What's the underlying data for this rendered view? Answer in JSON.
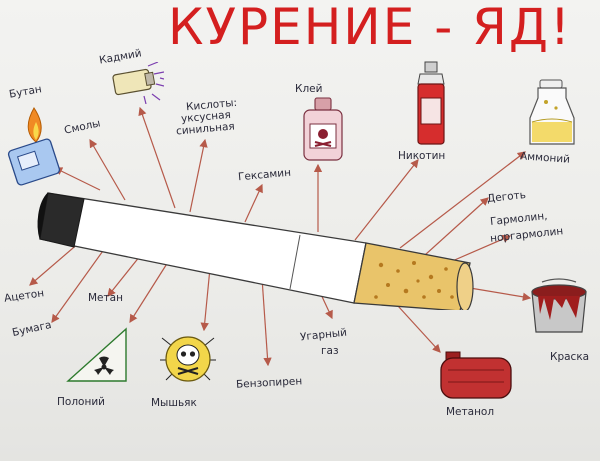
{
  "title": "КУРЕНИЕ - ЯД!",
  "labels": {
    "butan": "Бутан",
    "smoly": "Смолы",
    "kadmiy": "Кадмий",
    "kisloty_1": "Кислоты:",
    "kisloty_2": "уксусная",
    "kisloty_3": "синильная",
    "kley": "Клей",
    "nikotin": "Никотин",
    "ammoniy": "Аммоний",
    "geksamin": "Гексамин",
    "degot": "Деготь",
    "garmolin_1": "Гармолин,",
    "garmolin_2": "норгармолин",
    "aceton": "Ацетон",
    "metan": "Метан",
    "bumaga": "Бумага",
    "polonij": "Полоний",
    "myshyak": "Мышьяк",
    "benzopiren": "Бензопирен",
    "ugarny_1": "Угарный",
    "ugarny_2": "газ",
    "metanol": "Метанол",
    "kraska": "Краска"
  },
  "colors": {
    "title": "#d41f1f",
    "arrow": "#b65a4a",
    "filter": "#e9c46a",
    "paper": "#f3f3f1"
  },
  "icons": [
    "lighter-icon",
    "battery-icon",
    "glue-bottle-icon",
    "spray-can-icon",
    "flask-icon",
    "radiation-triangle-icon",
    "skull-icon",
    "canister-icon",
    "paint-bucket-icon"
  ]
}
